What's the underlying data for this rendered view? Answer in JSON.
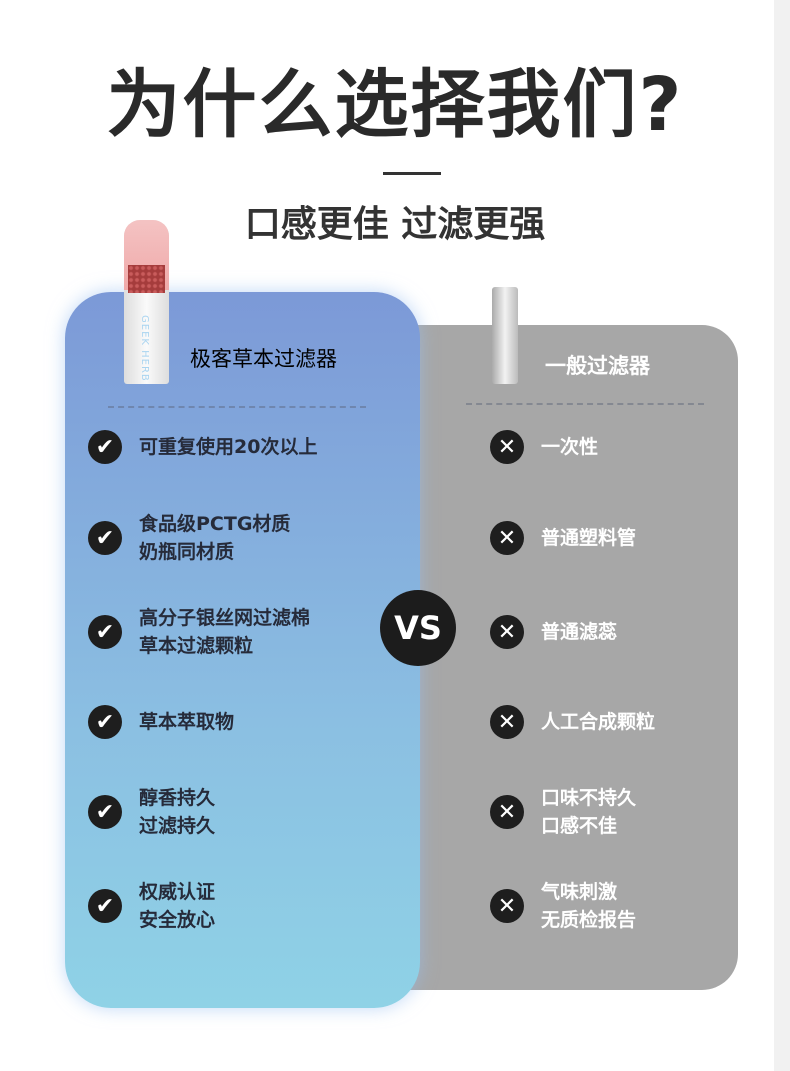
{
  "title": "为什么选择我们?",
  "subtitle": "口感更佳  过滤更强",
  "vs": "VS",
  "left": {
    "heading": "极客草本过滤器",
    "brand": "GEEK HERB",
    "items": [
      [
        "可重复使用20次以上"
      ],
      [
        "食品级PCTG材质",
        "奶瓶同材质"
      ],
      [
        "高分子银丝网过滤棉",
        "草本过滤颗粒"
      ],
      [
        "草本萃取物"
      ],
      [
        "醇香持久",
        "过滤持久"
      ],
      [
        "权威认证",
        "安全放心"
      ]
    ]
  },
  "right": {
    "heading": "一般过滤器",
    "items": [
      [
        "一次性"
      ],
      [
        "普通塑料管"
      ],
      [
        "普通滤蕊"
      ],
      [
        "人工合成颗粒"
      ],
      [
        "口味不持久",
        "口感不佳"
      ],
      [
        "气味刺激",
        "无质检报告"
      ]
    ]
  },
  "icons": {
    "check": "✔",
    "cross": "✕"
  }
}
